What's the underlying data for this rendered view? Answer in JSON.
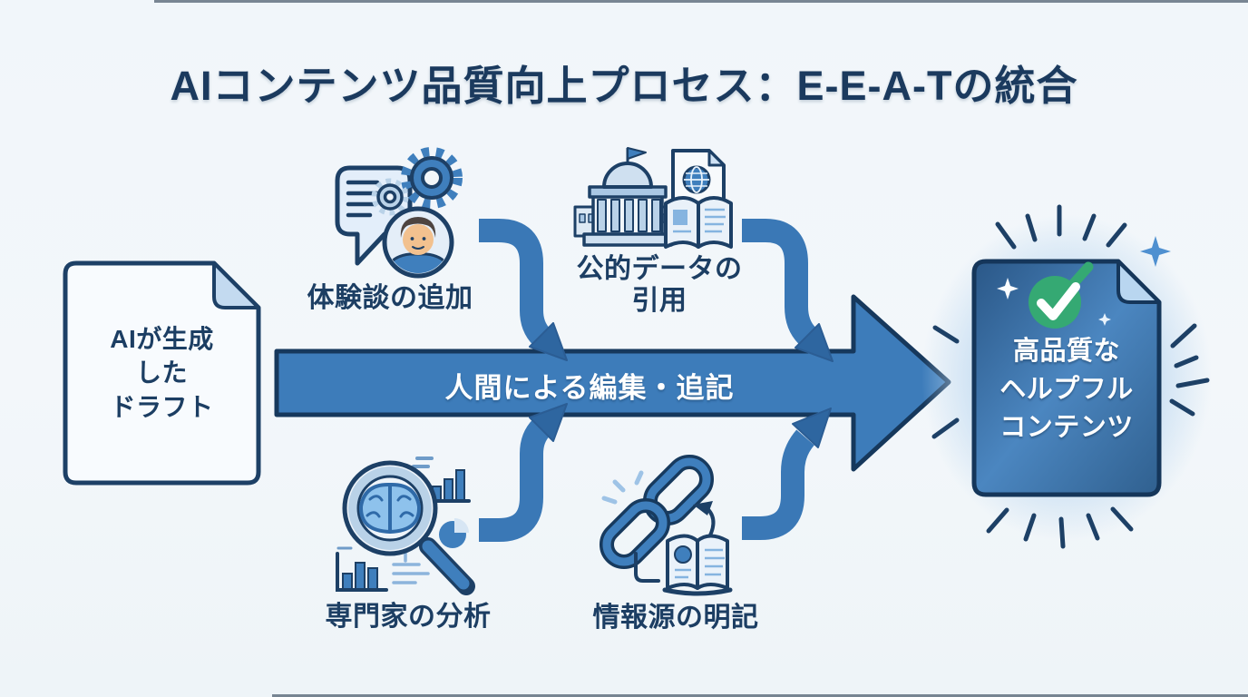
{
  "diagram": {
    "title": "AIコンテンツ品質向上プロセス：E-E-A-Tの統合",
    "input": {
      "label": "AIが生成\nした\nドラフト",
      "icon": "document-icon"
    },
    "process": {
      "label": "人間による編集・追記",
      "shape": "right-arrow"
    },
    "branches": [
      {
        "id": "experience",
        "position": "top-left",
        "label": "体験談の追加",
        "icon": "speech-bubble-gears-person-icon"
      },
      {
        "id": "public-data",
        "position": "top-right",
        "label": "公的データの\n引用",
        "icon": "government-building-book-icon"
      },
      {
        "id": "expert-analysis",
        "position": "bottom-left",
        "label": "専門家の分析",
        "icon": "magnifier-brain-charts-icon"
      },
      {
        "id": "sources",
        "position": "bottom-right",
        "label": "情報源の明記",
        "icon": "chain-link-citation-book-icon"
      }
    ],
    "result": {
      "label": "高品質な\nヘルプフル\nコンテンツ",
      "icon": "check-circle-icon"
    },
    "colors": {
      "background": "#f3f7fa",
      "navy_outline": "#1d4066",
      "arrow_fill": "#3d7cba",
      "connector_fill": "#3a78b6",
      "connector_head": "#2e66a0",
      "icon_light_blue": "#b9d2e8",
      "icon_pale": "#e8f1fa",
      "card_gradient_top": "#2a5787",
      "card_gradient_mid": "#4b86c0",
      "card_fold": "#b9d6f0",
      "check_green": "#35a973",
      "sparkle_blue": "#4f90d0",
      "text_white": "#ffffff"
    }
  }
}
